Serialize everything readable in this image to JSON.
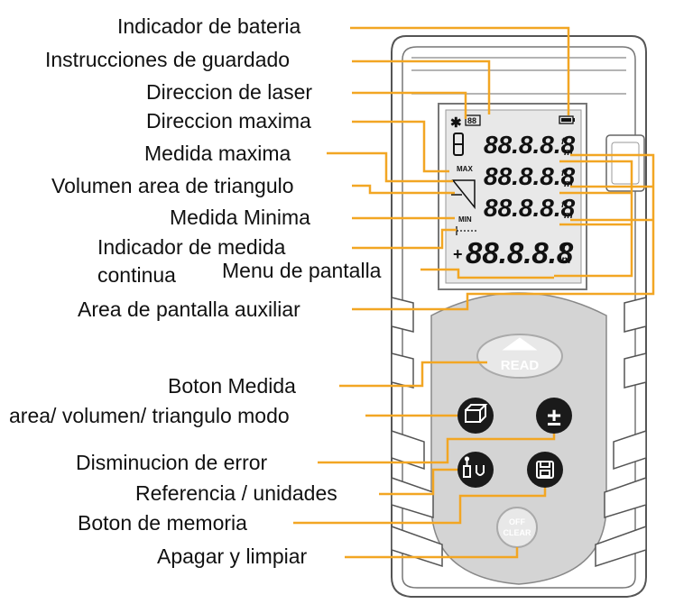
{
  "labels": {
    "battery": "Indicador de bateria",
    "storage": "Instrucciones de guardado",
    "laser_dir": "Direccion de laser",
    "max_dir": "Direccion maxima",
    "max_measure": "Medida maxima",
    "triangle_vol": "Volumen area de triangulo",
    "min_measure": "Medida Minima",
    "continuous_1": "Indicador de medida",
    "continuous_2": "continua",
    "screen_menu": "Menu de pantalla",
    "aux_area": "Area de pantalla auxiliar",
    "measure_btn": "Boton  Medida",
    "mode": "area/ volumen/ triangulo modo",
    "error_reduce": "Disminucion de error",
    "reference_units": "Referencia / unidades",
    "memory": "Boton de memoria",
    "off_clear": "Apagar y limpiar"
  },
  "display": {
    "digits": "88.8.8.8",
    "unit_ft": "ft",
    "unit_in": "in",
    "unit_m": "m",
    "max_tag": "MAX",
    "min_tag": "MIN",
    "plus_sign": "+",
    "mem_tag": "88"
  },
  "buttons": {
    "read": "READ",
    "off": "OFF",
    "clear": "CLEAR",
    "plus_minus": "±"
  },
  "colors": {
    "leader": "#f2a623",
    "device_body": "#d4d4d4",
    "lcd": "#e8e8e8",
    "button": "#1a1a1a"
  }
}
